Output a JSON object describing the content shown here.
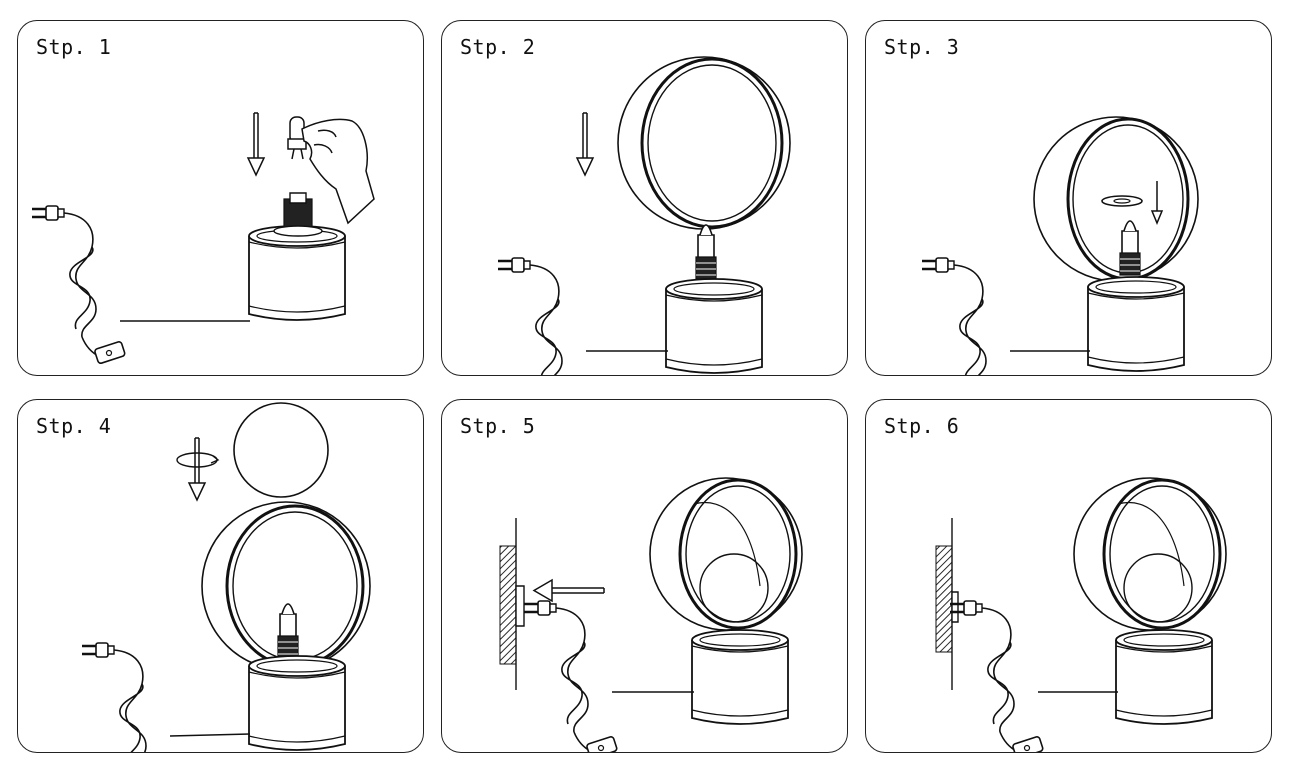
{
  "steps": [
    {
      "label": "Stp. 1"
    },
    {
      "label": "Stp. 2"
    },
    {
      "label": "Stp. 3"
    },
    {
      "label": "Stp. 4"
    },
    {
      "label": "Stp. 5"
    },
    {
      "label": "Stp. 6"
    }
  ],
  "colors": {
    "line": "#111111",
    "fill": "#ffffff",
    "dark": "#222222"
  }
}
